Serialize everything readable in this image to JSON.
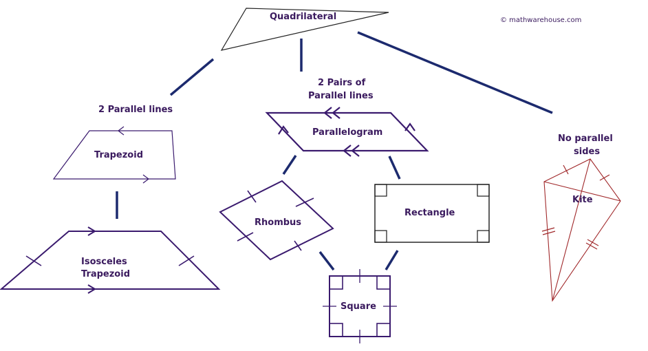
{
  "copyright": "©  mathwarehouse.com",
  "labels": {
    "quadrilateral": "Quadrilateral",
    "two_parallel": "2 Parallel lines",
    "two_pairs_line1": "2 Pairs of",
    "two_pairs_line2": "Parallel lines",
    "no_parallel_line1": "No parallel",
    "no_parallel_line2": "sides",
    "trapezoid": "Trapezoid",
    "isosceles_line1": "Isosceles",
    "isosceles_line2": "Trapezoid",
    "parallelogram": "Parallelogram",
    "rhombus": "Rhombus",
    "rectangle": "Rectangle",
    "square": "Square",
    "kite": "Kite"
  },
  "colors": {
    "connector": "#1c2a6e",
    "shape_outline": "#3a1a6e",
    "kite_outline": "#a0282a",
    "text": "#3a1a5e"
  }
}
